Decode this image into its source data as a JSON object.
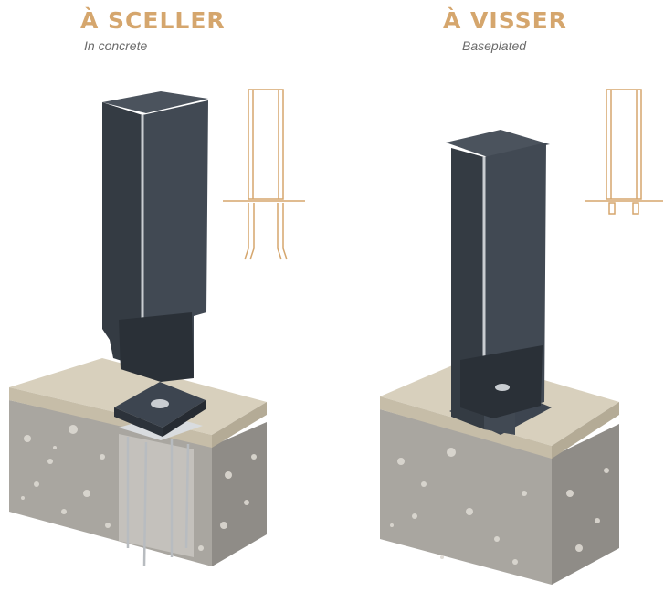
{
  "panels": [
    {
      "id": "in-concrete",
      "title": "À SCELLER",
      "subtitle": "In concrete",
      "illustration": "bollard-with-anchor-base-icon"
    },
    {
      "id": "baseplated",
      "title": "À VISSER",
      "subtitle": "Baseplated",
      "illustration": "bollard-baseplated-icon"
    }
  ],
  "colors": {
    "title": "#d5a66d",
    "subtitle": "#6b6b6b",
    "post": "#3a4149",
    "post_highlight": "#c9cdd1",
    "paving": "#d8d0bd",
    "concrete": "#b0aca6",
    "diagram_line": "#d5a66d"
  }
}
